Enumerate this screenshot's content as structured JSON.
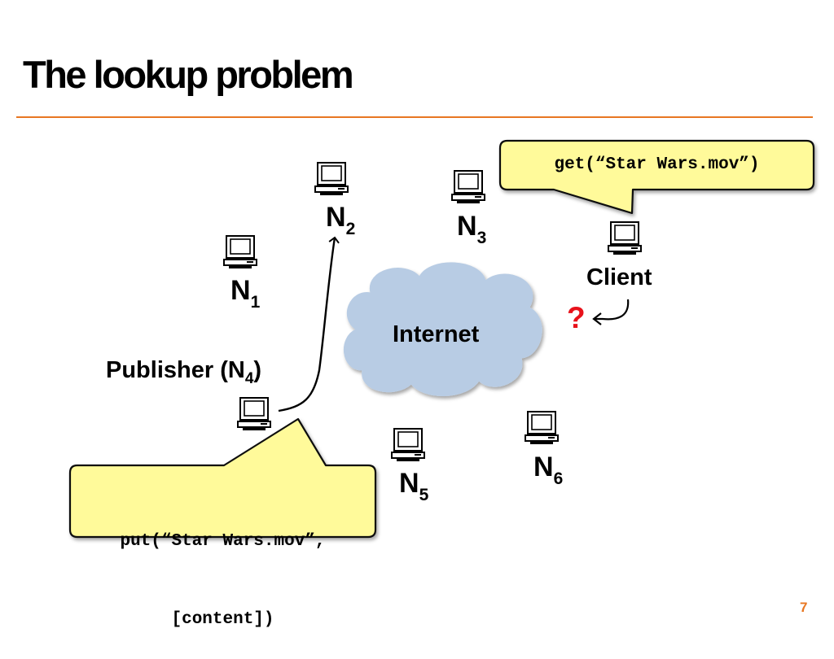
{
  "slide": {
    "title": "The lookup problem",
    "page_number": "7",
    "accent_color": "#e87722"
  },
  "nodes": {
    "n1": {
      "base": "N",
      "sub": "1"
    },
    "n2": {
      "base": "N",
      "sub": "2"
    },
    "n3": {
      "base": "N",
      "sub": "3"
    },
    "n5": {
      "base": "N",
      "sub": "5"
    },
    "n6": {
      "base": "N",
      "sub": "6"
    }
  },
  "publisher": {
    "prefix": "Publisher (N",
    "sub": "4",
    "suffix": ")"
  },
  "client": {
    "label": "Client",
    "unknown_mark": "?",
    "unknown_color": "#e8121b"
  },
  "network": {
    "label": "Internet",
    "cloud_color": "#b8cce4"
  },
  "callouts": {
    "get": {
      "text": "get(“Star Wars.mov”)"
    },
    "put": {
      "line1": "put(“Star Wars.mov”,",
      "line2": "[content])"
    },
    "fill_color": "#fffa9a"
  },
  "icons": {
    "computer": "desktop-computer-icon",
    "cloud": "cloud-icon"
  }
}
